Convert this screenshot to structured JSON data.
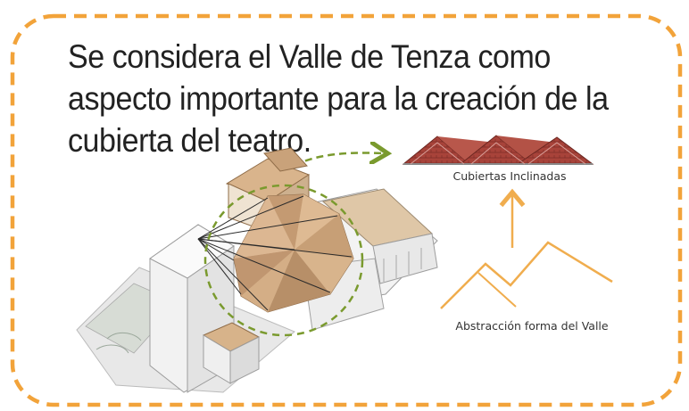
{
  "heading": "Se considera el Valle de Tenza como aspecto importante para la creación de la cubierta del teatro.",
  "labels": {
    "roofs": "Cubiertas Inclinadas",
    "valley": "Abstracción forma del Valle"
  },
  "colors": {
    "border_dash": "#f2a33a",
    "valley_line": "#f0ad4e",
    "green_arrow": "#7a9a2e",
    "roof_red": "#a8433a",
    "roof_tan": "#d2b08c"
  }
}
